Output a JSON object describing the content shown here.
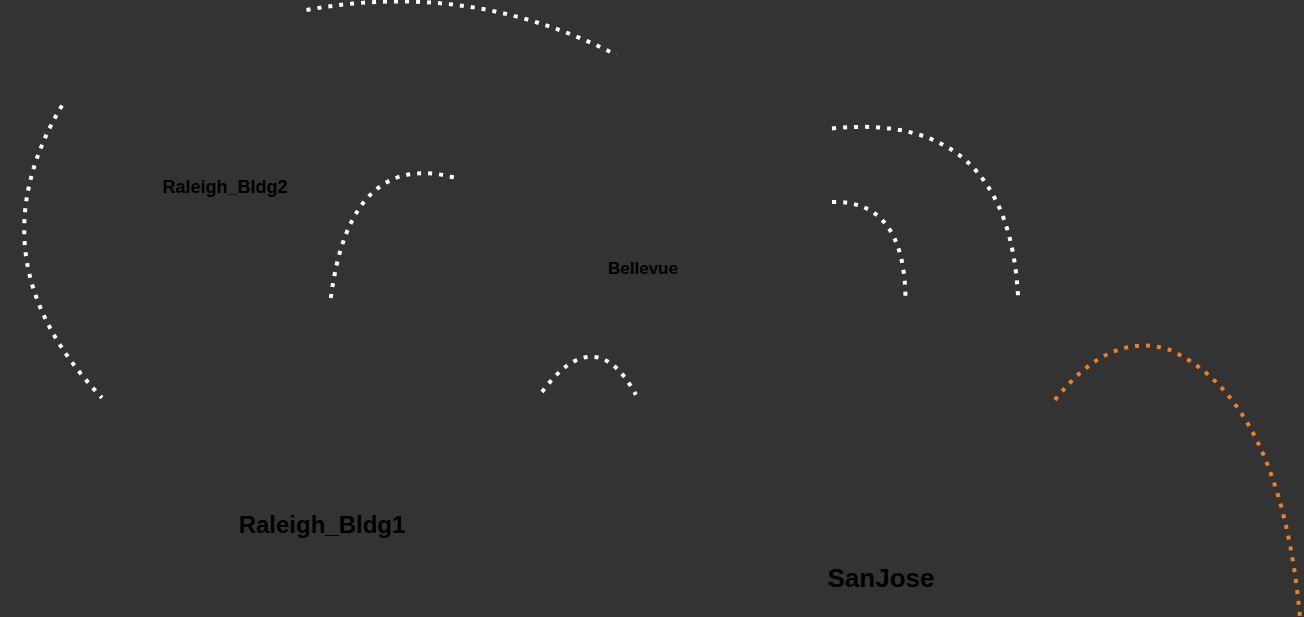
{
  "diagram": {
    "nodes": [
      {
        "text": [
          "Raleigh_Bldg2"
        ]
      },
      {
        "text": [
          "Bellevue"
        ]
      },
      {
        "text": [
          "Raleigh_Bldg1"
        ]
      },
      {
        "text": [
          "SanJose"
        ]
      }
    ],
    "edges": [
      {
        "from": 0,
        "to": 1,
        "arrow": "none"
      },
      {
        "from": 0,
        "to": 2,
        "arrow": "none"
      },
      {
        "from": 2,
        "to": 1,
        "arrow": "none"
      },
      {
        "from": 2,
        "to": 3,
        "arrow": "none"
      },
      {
        "from": 1,
        "to": 3,
        "arrow": "none"
      },
      {
        "from": 1,
        "to": 3,
        "arrow": "none"
      }
    ]
  }
}
